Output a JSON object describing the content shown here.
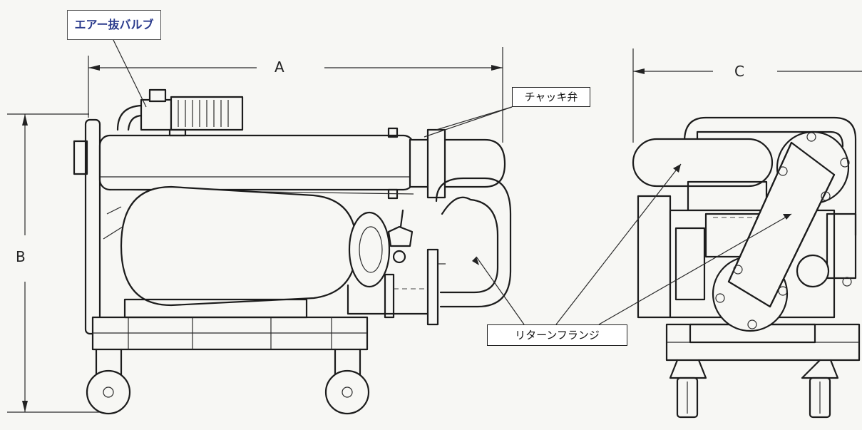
{
  "labels": {
    "air_vent_valve": "エアー抜バルブ",
    "check_valve": "チャッキ弁",
    "return_flange": "リターンフランジ"
  },
  "dimensions": {
    "a": "A",
    "b": "B",
    "c": "C"
  },
  "colors": {
    "line": "#1c1c1c",
    "paper": "#f7f7f4",
    "air_valve_text": "#2a3a8c"
  }
}
